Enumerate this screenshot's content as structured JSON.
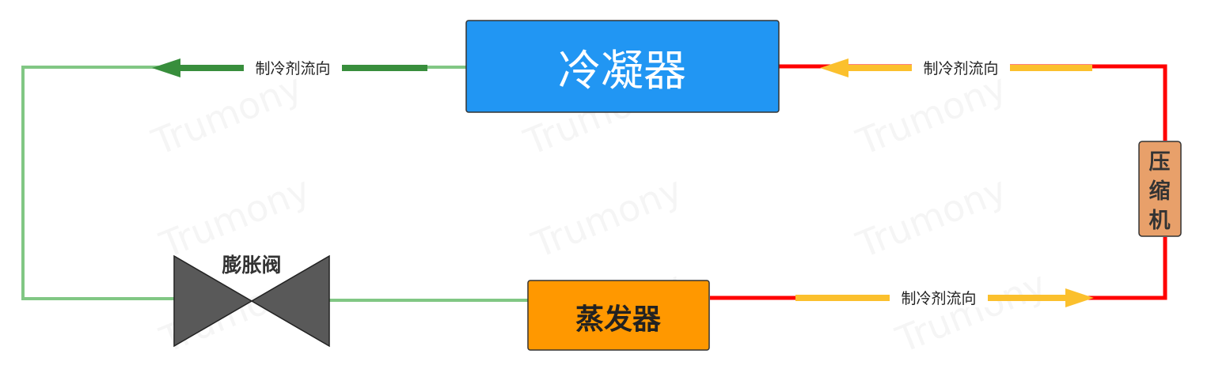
{
  "diagram": {
    "condenser": {
      "label": "冷凝器",
      "color": "#2196f3"
    },
    "evaporator": {
      "label": "蒸发器",
      "color": "#ff9800"
    },
    "compressor": {
      "label_chars": [
        "压",
        "缩",
        "机"
      ],
      "color": "#e8a06a"
    },
    "expansion_valve": {
      "label": "膨胀阀",
      "color": "#595959"
    },
    "flows": {
      "top_left": {
        "label": "制冷剂流向",
        "arrow_color": "#388e3c"
      },
      "top_right": {
        "label": "制冷剂流向",
        "arrow_color": "#fbc02d"
      },
      "bottom_right": {
        "label": "制冷剂流向",
        "arrow_color": "#fbc02d"
      }
    },
    "pipe_colors": {
      "low_pressure_liquid": "#81c784",
      "hot_gas": "#ff0000"
    },
    "watermark": "Trumony"
  }
}
